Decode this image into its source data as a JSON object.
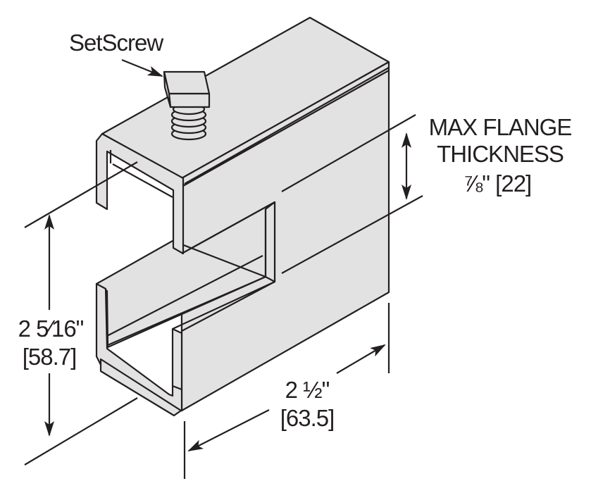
{
  "labels": {
    "setscrew": "SetScrew",
    "max_flange_line1": "MAX FLANGE",
    "max_flange_line2": "THICKNESS",
    "max_flange_value": "⅞\" [22]",
    "height_imperial": "2 5⁄16\"",
    "height_metric": "[58.7]",
    "width_imperial": "2 ½\"",
    "width_metric": "[63.5]"
  },
  "colors": {
    "part_fill": "#e2e2e3",
    "line": "#231f20"
  }
}
